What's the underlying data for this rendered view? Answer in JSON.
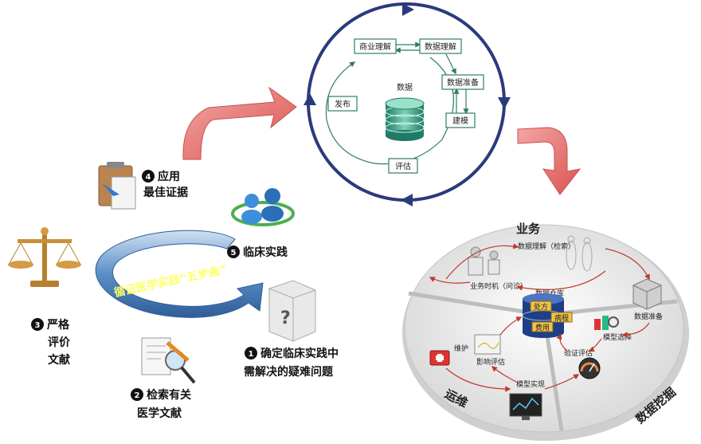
{
  "crisp": {
    "business_understanding": "商业理解",
    "data_understanding": "数据理解",
    "data_preparation": "数据准备",
    "modeling": "建模",
    "evaluation": "评估",
    "deployment": "发布",
    "data": "数据"
  },
  "ebm": {
    "ring_title": "循证医学实践“五步曲”",
    "steps": [
      {
        "num": "1",
        "lines": [
          "确定临床实践中",
          "需解决的疑难问题"
        ]
      },
      {
        "num": "2",
        "lines": [
          "检索有关",
          "医学文献"
        ]
      },
      {
        "num": "3",
        "lines": [
          "严格",
          "评价",
          "文献"
        ]
      },
      {
        "num": "4",
        "lines": [
          "应用",
          "最佳证据"
        ]
      },
      {
        "num": "5",
        "lines": [
          "临床实践"
        ]
      }
    ]
  },
  "pie": {
    "sector_business": "业务",
    "sector_ops": "运维",
    "sector_mining": "数据挖掘",
    "data_understanding_search": "数据理解（检索）",
    "business_timing": "业务时机（问诊）",
    "warehouse": "数据仓库",
    "warehouse_labels": [
      "处方",
      "病程",
      "费用"
    ],
    "data_preparation": "数据准备",
    "model_selection": "模型选择",
    "validation": "验证评估",
    "maintenance": "维护",
    "impact_eval": "影响评估",
    "model_impl": "模型实现"
  },
  "colors": {
    "cycle_ring": "#2b3a7c",
    "crisp_box": "#2e7d63",
    "arrow_red": "#d9534f",
    "ring_blue": "#3f7fc0",
    "link_red": "#c0392b"
  }
}
